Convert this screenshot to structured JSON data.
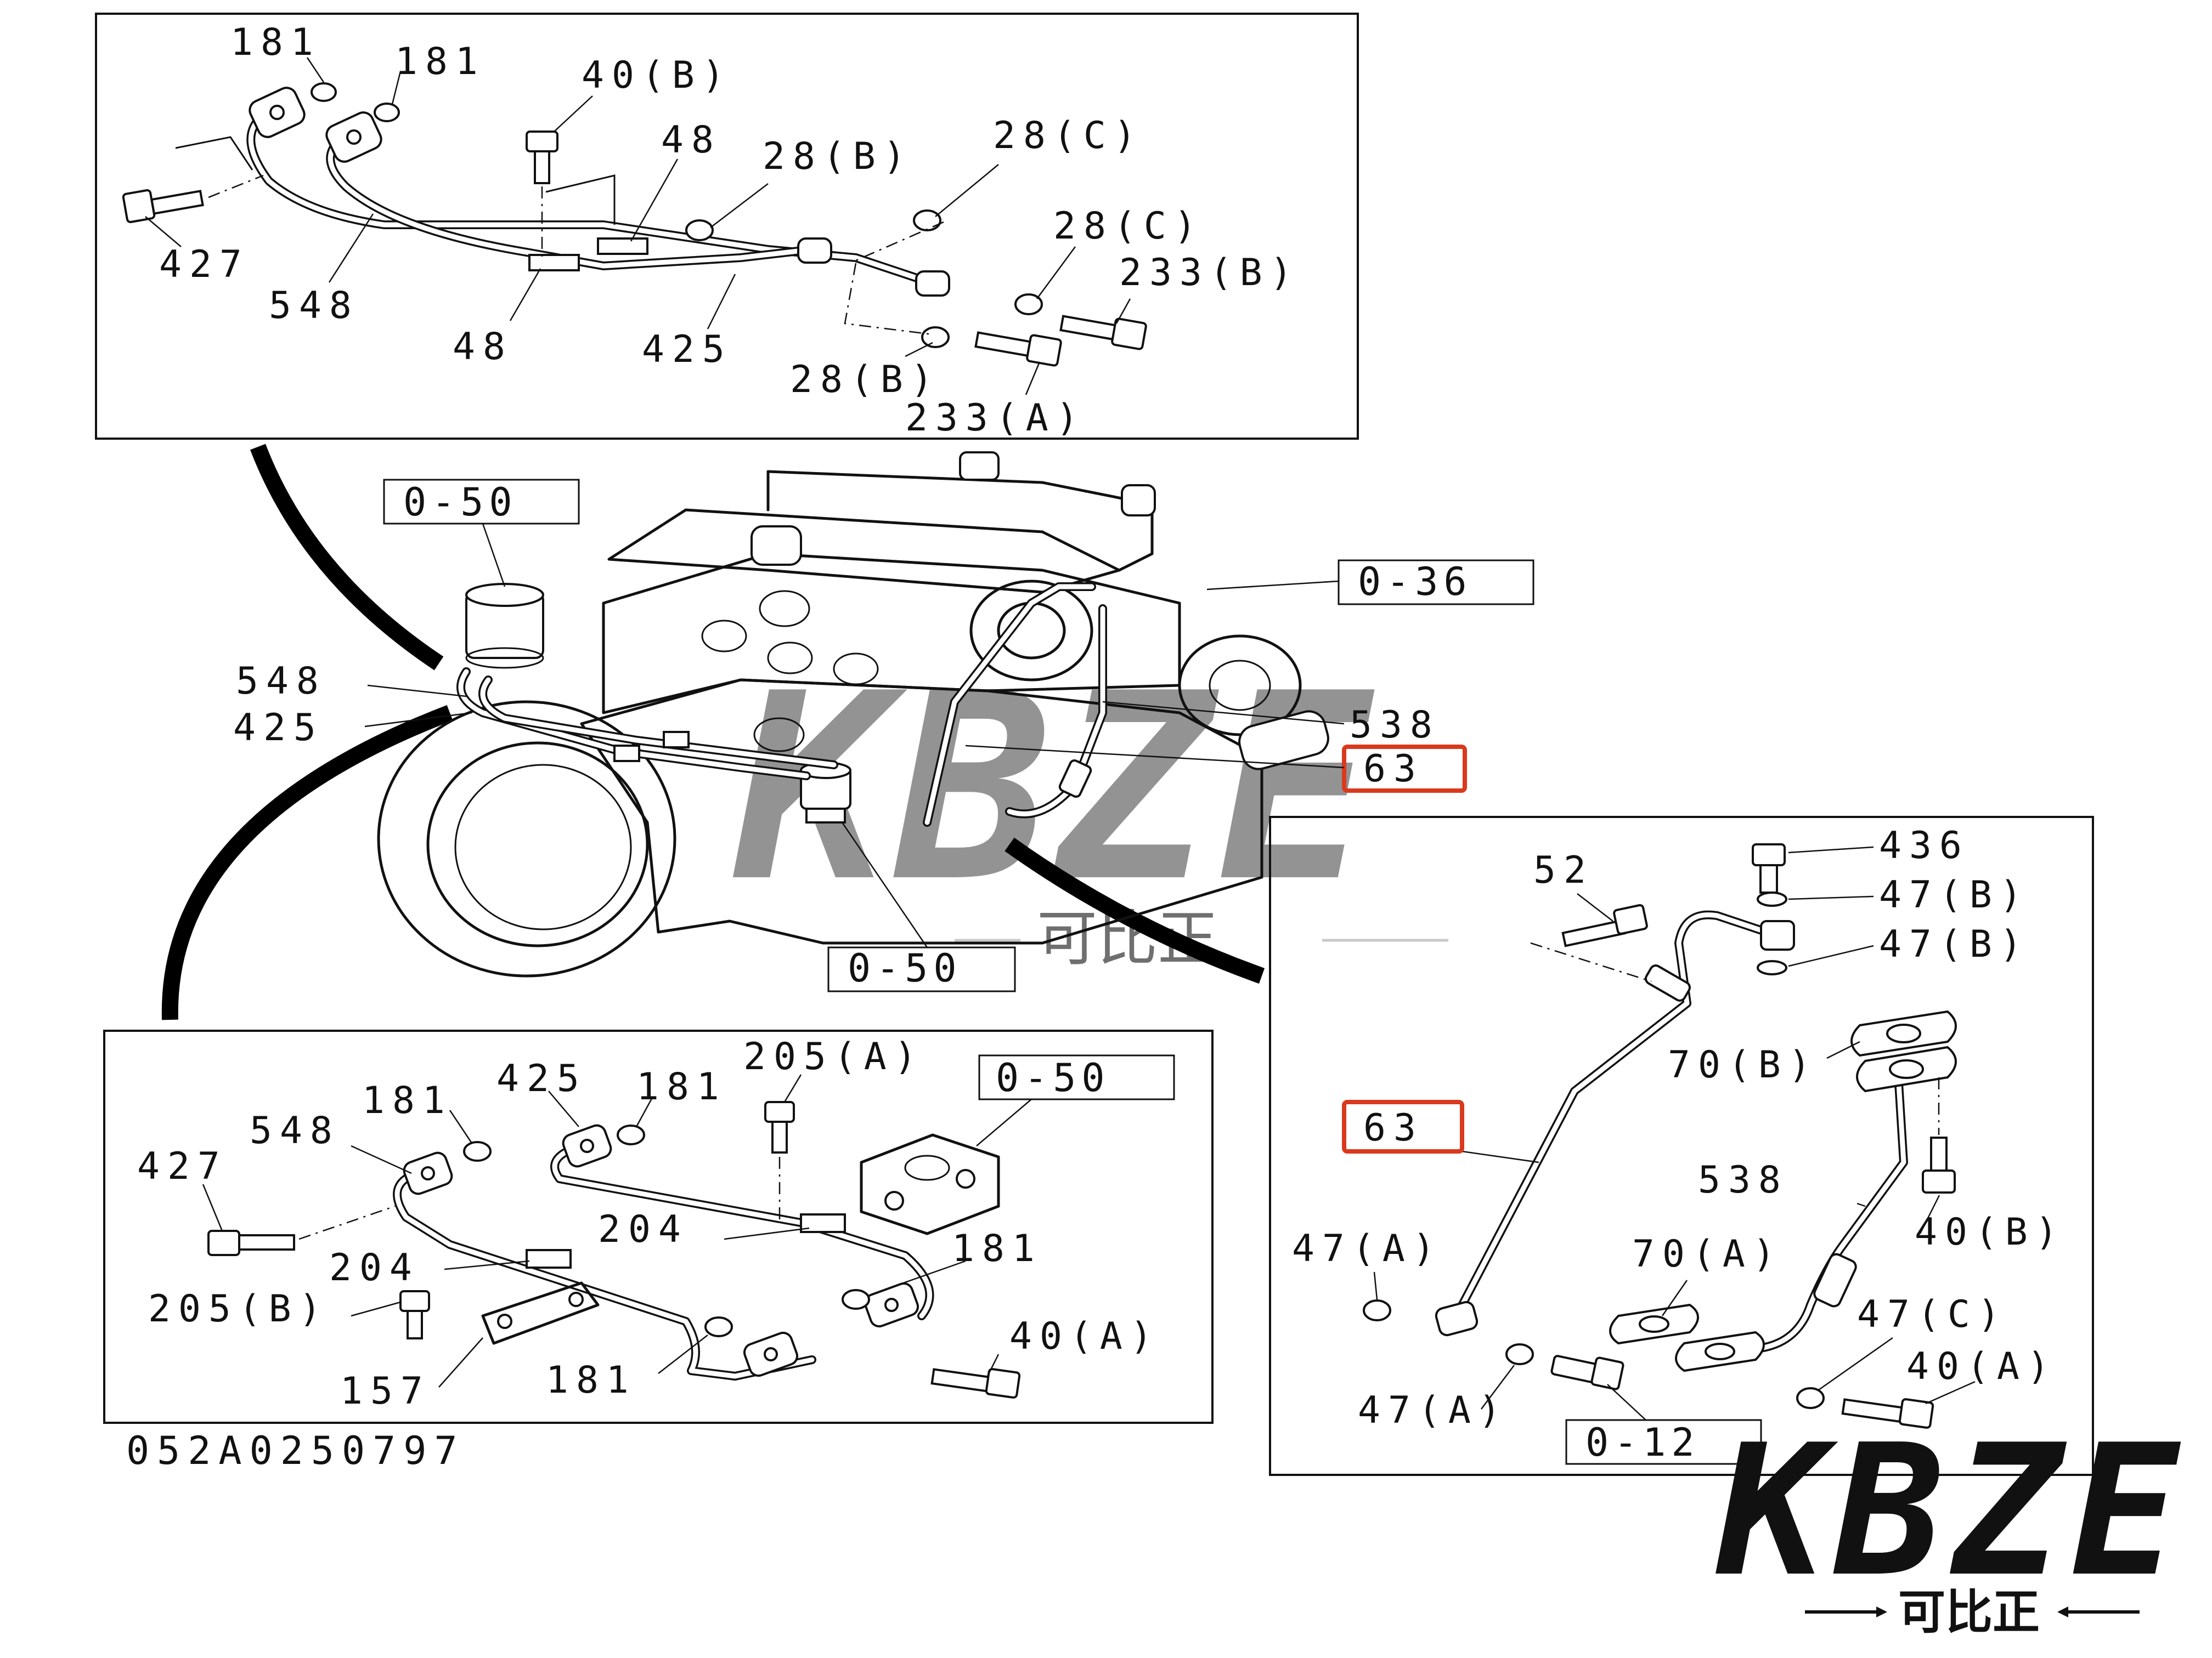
{
  "top_panel": {
    "labels": {
      "l181a": "181",
      "l181b": "181",
      "l40b": "40(B)",
      "l48a": "48",
      "l28b_top": "28(B)",
      "l28c_top": "28(C)",
      "l28c_mid": "28(C)",
      "l233b": "233(B)",
      "l427": "427",
      "l548": "548",
      "l48b": "48",
      "l425": "425",
      "l28b_bot": "28(B)",
      "l233a": "233(A)"
    }
  },
  "engine_view": {
    "labels": {
      "ref_050_top": "0-50",
      "ref_036": "0-36",
      "l548": "548",
      "l425": "425",
      "l538": "538",
      "l63": "63",
      "ref_050_bottom": "0-50"
    }
  },
  "bottom_left_panel": {
    "labels": {
      "l205a": "205(A)",
      "ref_050": "0-50",
      "l181a": "181",
      "l425": "425",
      "l181b": "181",
      "l548": "548",
      "l427": "427",
      "l204a": "204",
      "l181c": "181",
      "l204b": "204",
      "l205b": "205(B)",
      "l40a": "40(A)",
      "l181d": "181",
      "l157": "157"
    }
  },
  "right_panel": {
    "labels": {
      "l52": "52",
      "l436": "436",
      "l47b_a": "47(B)",
      "l47b_b": "47(B)",
      "l70b": "70(B)",
      "l63": "63",
      "l538": "538",
      "l40b": "40(B)",
      "l47a_top": "47(A)",
      "l70a": "70(A)",
      "l47c": "47(C)",
      "l40a": "40(A)",
      "l47a_bot": "47(A)",
      "ref_012": "0-12"
    }
  },
  "footer": {
    "drawing_code": "052A0250797"
  },
  "watermark": {
    "brand": "KBZE",
    "brand_cn": "可比正"
  },
  "logo": {
    "brand": "KBZE",
    "brand_cn": "可比正"
  },
  "colors": {
    "line": "#111111",
    "highlight": "#d9391c",
    "watermark": "#c9c9c9"
  }
}
